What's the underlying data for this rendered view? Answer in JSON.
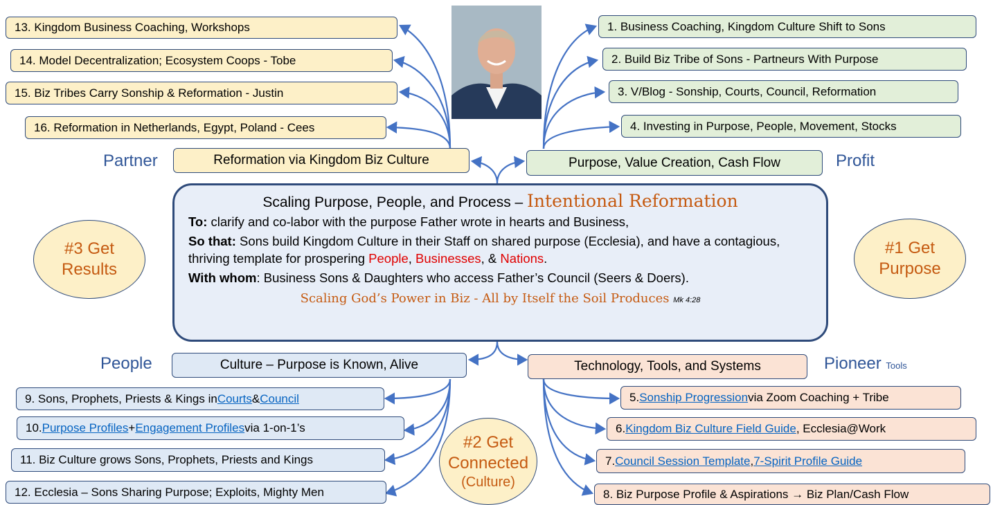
{
  "center": {
    "title_main": "Scaling Purpose, People, and Process – ",
    "title_accent": "Intentional Reformation",
    "to_label": "To:",
    "to_text": " clarify and co-labor with the purpose Father wrote in hearts and Business,",
    "so_label": "So that:",
    "so_text_1": " Sons build Kingdom Culture in their Staff on shared purpose (Ecclesia), and have a contagious, thriving template for prospering ",
    "so_people": "People",
    "so_sep1": ", ",
    "so_businesses": "Businesses",
    "so_sep2": ", & ",
    "so_nations": "Nations",
    "so_end": ".",
    "with_label": "With whom",
    "with_text": ": Business Sons & Daughters who access Father’s Council (Seers & Doers).",
    "footer": "Scaling God’s Power in Biz - All by Itself the Soil Produces ",
    "footer_ref": "Mk 4:28"
  },
  "categories": {
    "partner": "Partner",
    "profit": "Profit",
    "people": "People",
    "pioneer": "Pioneer",
    "pioneer_small": "Tools"
  },
  "hubs": {
    "partner": "Reformation via Kingdom Biz Culture",
    "profit": "Purpose, Value Creation, Cash Flow",
    "people": "Culture – Purpose is Known, Alive",
    "pioneer": "Technology, Tools, and Systems"
  },
  "ovals": {
    "results_line1": "#3 Get",
    "results_line2": "Results",
    "purpose_line1": "#1 Get",
    "purpose_line2": "Purpose",
    "connected_line1": "#2 Get",
    "connected_line2": "Connected",
    "connected_line3": "(Culture)"
  },
  "items": {
    "i1": "1. Business Coaching, Kingdom Culture Shift to Sons",
    "i2": "2. Build Biz Tribe of Sons - Partneurs With Purpose",
    "i3": "3. V/Blog - Sonship, Courts, Council, Reformation",
    "i4": "4. Investing in Purpose, People, Movement, Stocks",
    "i5_link": "Sonship Progression ",
    "i5_pre": "5. ",
    "i5_post": "via Zoom Coaching + Tribe",
    "i6_pre": "6. ",
    "i6_link": "Kingdom Biz Culture Field Guide",
    "i6_post": ", Ecclesia@Work",
    "i7_pre": "7. ",
    "i7_link1": "Council Session Template",
    "i7_sep": ", ",
    "i7_link2": "7-Spirit Profile Guide",
    "i8": "8. Biz Purpose Profile & Aspirations → Biz Plan/Cash Flow",
    "i9_pre": "9. Sons, Prophets, Priests & Kings in ",
    "i9_link1": "Courts",
    "i9_sep": " & ",
    "i9_link2": "Council",
    "i10_pre": "10. ",
    "i10_link1": "Purpose Profiles ",
    "i10_sep": "+ ",
    "i10_link2": "Engagement Profiles ",
    "i10_post": "via 1-on-1’s",
    "i11": "11. Biz Culture grows Sons, Prophets, Priests and Kings",
    "i12": "12. Ecclesia – Sons Sharing Purpose; Exploits, Mighty Men",
    "i13": "13. Kingdom Business Coaching, Workshops",
    "i14": "14. Model Decentralization; Ecosystem Coops - Tobe",
    "i15": "15. Biz Tribes Carry Sonship & Reformation - Justin",
    "i16": "16. Reformation in Netherlands, Egypt, Poland - Cees"
  },
  "colors": {
    "accent_orange": "#c55a11",
    "category_blue": "#2f5597",
    "arrow_blue": "#4472c4",
    "highlight_red": "#e00000"
  }
}
